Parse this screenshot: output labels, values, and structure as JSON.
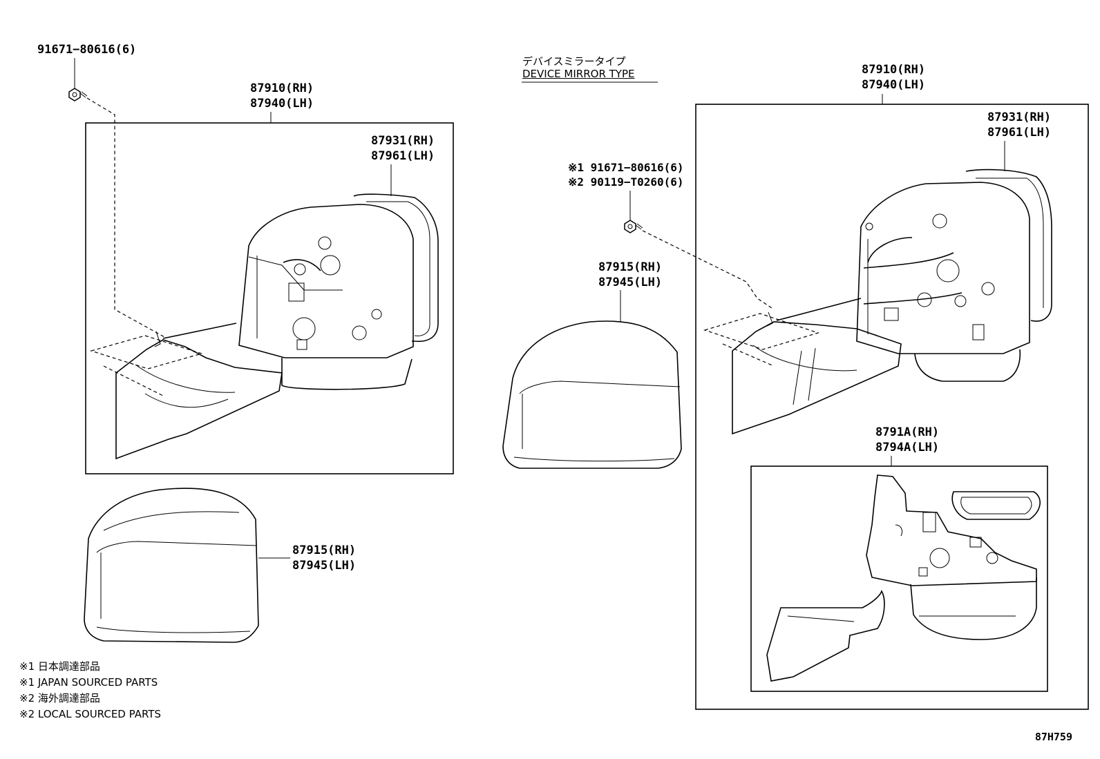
{
  "left_group": {
    "bolt": "91671−80616(6)",
    "assembly": [
      "87910(RH)",
      "87940(LH)"
    ],
    "glass": [
      "87931(RH)",
      "87961(LH)"
    ],
    "cover": [
      "87915(RH)",
      "87945(LH)"
    ]
  },
  "right_group": {
    "heading_jp": "デバイスミラータイプ",
    "heading_en": "DEVICE MIRROR TYPE",
    "assembly": [
      "87910(RH)",
      "87940(LH)"
    ],
    "glass": [
      "87931(RH)",
      "87961(LH)"
    ],
    "bolts": [
      "※1 91671−80616(6)",
      "※2 90119−T0260(6)"
    ],
    "cover": [
      "87915(RH)",
      "87945(LH)"
    ],
    "sub_assembly": [
      "8791A(RH)",
      "8794A(LH)"
    ]
  },
  "notes": [
    "※1 日本調達部品",
    "※1 JAPAN SOURCED PARTS",
    "※2 海外調達部品",
    "※2 LOCAL SOURCED PARTS"
  ],
  "diagram_code": "87H759"
}
